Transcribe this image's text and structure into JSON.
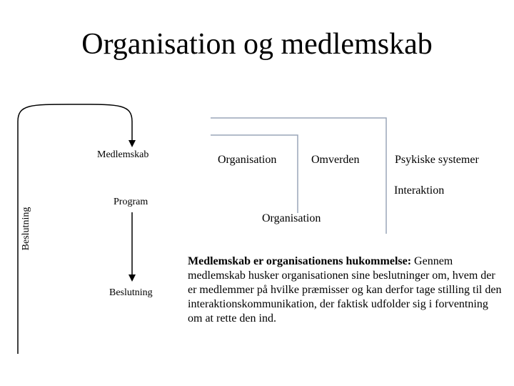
{
  "title": "Organisation og medlemskab",
  "loop": {
    "top_label": "Medlemskab",
    "middle_label": "Program",
    "bottom_label": "Beslutning",
    "vertical_label": "Beslutning"
  },
  "hierarchy": {
    "level1": "Organisation",
    "level2": "Omverden",
    "level3": "Psykiske systemer",
    "interaction_label": "Interaktion",
    "organisation_label": "Organisation"
  },
  "description": {
    "bold_text": "Medlemskab er organisationens hukommelse:",
    "body_text": " Gennem medlemskab husker organisationen sine beslutninger om, hvem der er medlemmer på hvilke præmisser og kan derfor tage stilling til den interaktionskommunikation, der faktisk udfolder sig i forventning om at rette den ind."
  },
  "colors": {
    "line": "#000000",
    "frame_line": "#9aa6b8"
  }
}
